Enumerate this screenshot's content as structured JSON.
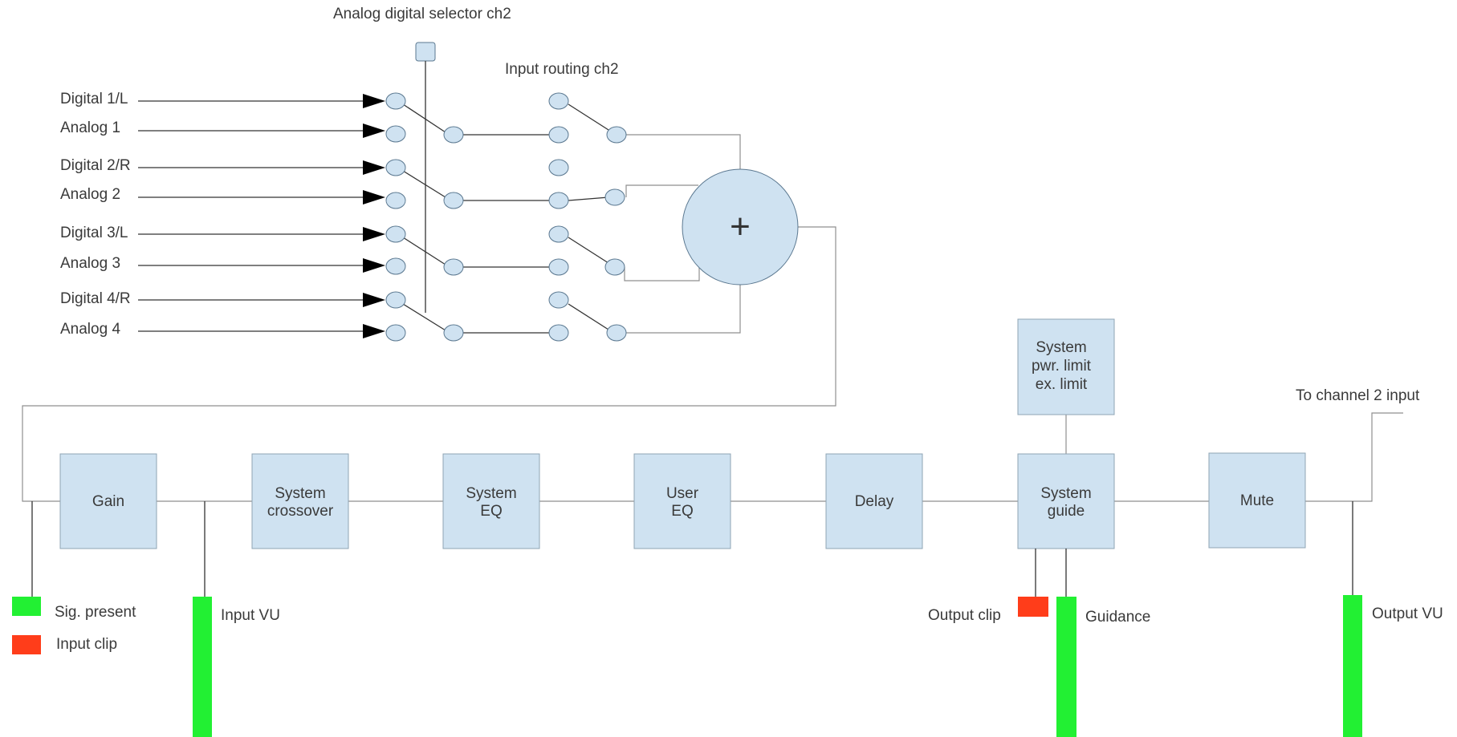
{
  "colors": {
    "block_fill": "#cfe2f1",
    "node_fill": "#cfe2f1",
    "meter_green": "#22f033",
    "clip_red": "#ff3d1a",
    "wire": "#333333"
  },
  "labels": {
    "selector": "Analog digital selector ch2",
    "routing": "Input routing ch2",
    "summer_symbol": "+",
    "to_channel": "To channel 2 input"
  },
  "inputs": [
    "Digital 1/L",
    "Analog 1",
    "Digital 2/R",
    "Analog 2",
    "Digital 3/L",
    "Analog 3",
    "Digital 4/R",
    "Analog 4"
  ],
  "blocks": {
    "gain": [
      "Gain"
    ],
    "crossover": [
      "System",
      "crossover"
    ],
    "system_eq": [
      "System",
      "EQ"
    ],
    "user_eq": [
      "User",
      "EQ"
    ],
    "delay": [
      "Delay"
    ],
    "guide": [
      "System",
      "guide"
    ],
    "mute": [
      "Mute"
    ],
    "limit": [
      "System",
      "pwr. limit",
      "ex. limit"
    ]
  },
  "indicators": {
    "sig_present": "Sig. present",
    "input_clip": "Input clip",
    "input_vu": "Input VU",
    "output_clip": "Output clip",
    "guidance": "Guidance",
    "output_vu": "Output VU"
  }
}
